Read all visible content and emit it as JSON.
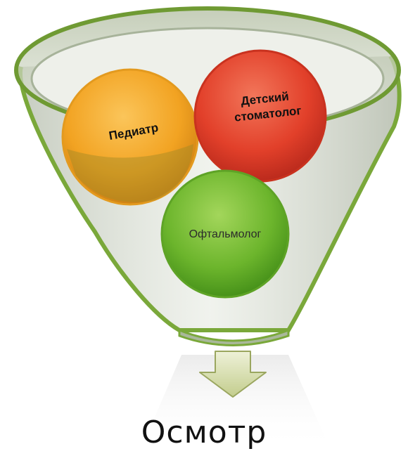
{
  "diagram": {
    "type": "funnel",
    "inputs": [
      {
        "id": "pediatrician",
        "label": "Педиатр",
        "color": "#f2a322"
      },
      {
        "id": "pediatric-dentist",
        "label_line1": "Детский",
        "label_line2": "стоматолог",
        "color": "#e2402a"
      },
      {
        "id": "ophthalmologist",
        "label": "Офтальмолог",
        "color": "#6cb52c"
      }
    ],
    "output": {
      "label": "Осмотр",
      "arrow_color": "#cfd8a0"
    },
    "funnel_color": "#7aa83a"
  }
}
